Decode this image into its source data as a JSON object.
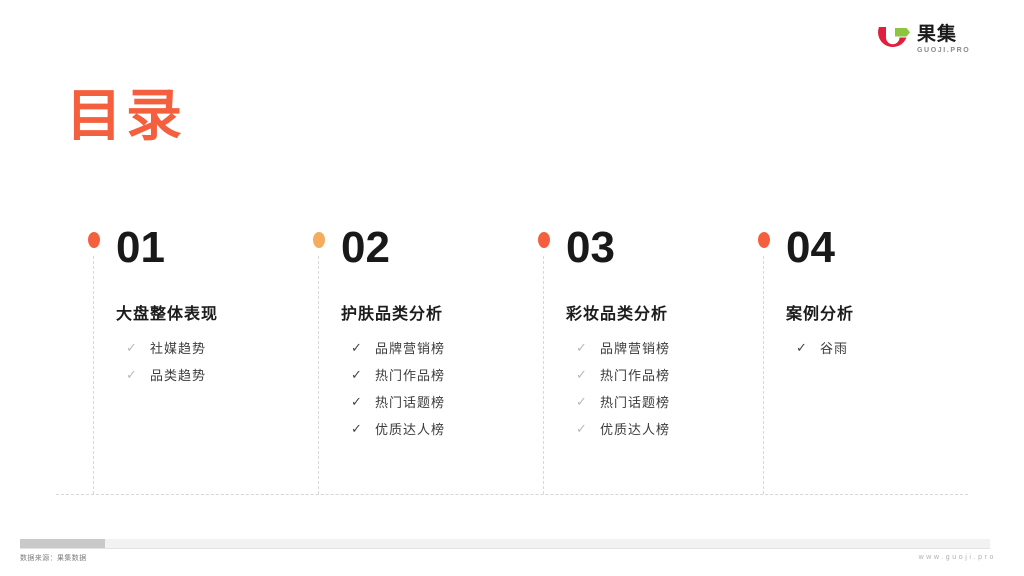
{
  "brand": {
    "logo_cn": "果集",
    "logo_en": "GUOJI.PRO",
    "mark_red": "#E01F3D",
    "mark_green": "#8CC63E"
  },
  "title": "目录",
  "title_color": "#F4603E",
  "sections": [
    {
      "number": "01",
      "heading": "大盘整体表现",
      "dot_color": "#F4603E",
      "tick": "✓",
      "items": [
        "社媒趋势",
        "品类趋势"
      ]
    },
    {
      "number": "02",
      "heading": "护肤品类分析",
      "dot_color": "#F5AC5C",
      "tick": "✓",
      "items": [
        "品牌营销榜",
        "热门作品榜",
        "热门话题榜",
        "优质达人榜"
      ]
    },
    {
      "number": "03",
      "heading": "彩妆品类分析",
      "dot_color": "#F4603E",
      "tick": "✓",
      "items": [
        "品牌营销榜",
        "热门作品榜",
        "热门话题榜",
        "优质达人榜"
      ]
    },
    {
      "number": "04",
      "heading": "案例分析",
      "dot_color": "#F4603E",
      "tick": "✓",
      "items": [
        "谷雨"
      ]
    }
  ],
  "footer": {
    "source": "数据来源：果集数据",
    "website": "www.guoji.pro"
  }
}
